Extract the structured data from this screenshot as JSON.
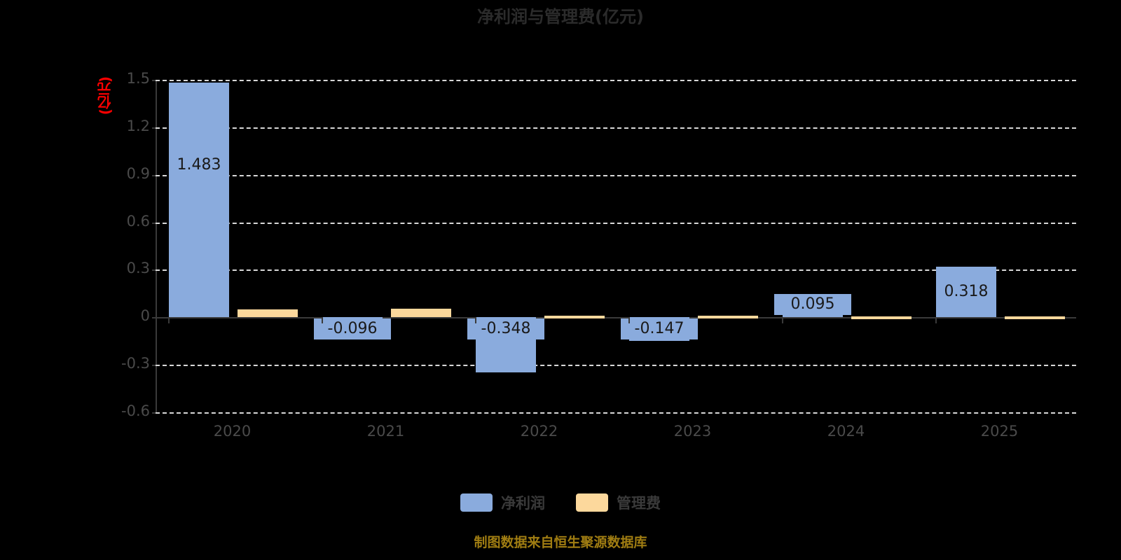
{
  "chart_data": {
    "type": "bar",
    "title": "净利润与管理费(亿元)",
    "xlabel": "",
    "ylabel": "亿元",
    "categories": [
      "2020",
      "2021",
      "2022",
      "2023",
      "2024",
      "2025"
    ],
    "series": [
      {
        "name": "净利润",
        "color": "#8aabdd",
        "values": [
          1.483,
          -0.096,
          -0.348,
          -0.147,
          0.095,
          0.318
        ],
        "labels": [
          "1.483",
          "-0.096",
          "-0.348",
          "-0.147",
          "0.095",
          "0.318"
        ]
      },
      {
        "name": "管理费",
        "color": "#fcd89c",
        "values": [
          0.05,
          0.055,
          0.012,
          0.008,
          0.006,
          0.005
        ],
        "labels": [
          "",
          "",
          "",
          "",
          "",
          ""
        ]
      }
    ],
    "ylim": [
      -0.6,
      1.5
    ],
    "yticks": [
      "1.5",
      "1.2",
      "0.9",
      "0.6",
      "0.3",
      "0",
      "-0.3",
      "-0.6"
    ],
    "ytick_values": [
      1.5,
      1.2,
      0.9,
      0.6,
      0.3,
      0,
      -0.3,
      -0.6
    ],
    "grid": true,
    "grid_style": "dashed",
    "grid_color": "#d8d8d8",
    "legend_position": "bottom",
    "background": "#000000"
  },
  "axis_unit_label": "(亿元)",
  "legend": {
    "items": [
      {
        "label": "净利润",
        "color": "#8aabdd"
      },
      {
        "label": "管理费",
        "color": "#fcd89c"
      }
    ]
  },
  "footer": {
    "text": "制图数据来自恒生聚源数据库",
    "color": "#a07d12"
  }
}
